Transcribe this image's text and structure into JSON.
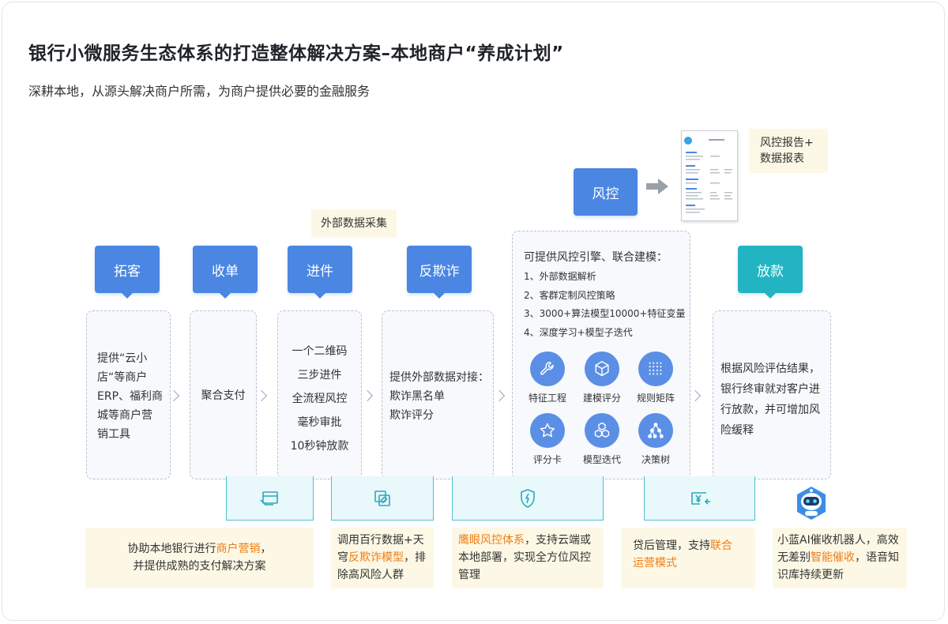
{
  "header": {
    "title": "银行小微服务生态体系的打造整体解决方案–本地商户“养成计划”",
    "subtitle": "深耕本地，从源头解决商户所需，为商户提供必要的金融服务"
  },
  "stages": {
    "tuoke": "拓客",
    "shoudan": "收单",
    "jinjian": "进件",
    "fanqizha": "反欺诈",
    "fengkong": "风控",
    "fangkuan": "放款"
  },
  "tags": {
    "external_data": "外部数据采集",
    "report_l1": "风控报告+",
    "report_l2": "数据报表"
  },
  "boxes": {
    "tuoke": [
      "提供“云小",
      "店“等商户",
      "ERP、福利商",
      "城等商户营",
      "销工具"
    ],
    "shoudan": "聚合支付",
    "jinjian": [
      "一个二维码",
      "三步进件",
      "全流程风控",
      "毫秒审批",
      "10秒钟放款"
    ],
    "fanqizha": [
      "提供外部数据对接：",
      "欺诈黑名单",
      "欺诈评分"
    ],
    "fengkong": {
      "intro": "可提供风控引擎、联合建模：",
      "items": [
        "1、外部数据解析",
        "2、客群定制风控策略",
        "3、3000+算法模型10000+特征变量",
        "4、深度学习+模型子迭代"
      ],
      "grid": [
        "特征工程",
        "建模评分",
        "规则矩阵",
        "评分卡",
        "模型迭代",
        "决策树"
      ]
    },
    "fangkuan": [
      "根据风险评估结果，",
      "银行终审就对客户进",
      "行放款，并可增加风",
      "险缓释"
    ]
  },
  "report_doc": {
    "title": "报告示意标题"
  },
  "bottom": {
    "b1": {
      "pre": "协助本地银行进行",
      "hl": "商户营销",
      "post": "，",
      "line2": "并提供成熟的支付解决方案"
    },
    "b2": {
      "l1": "调用百行数据+天",
      "l2pre": "穹",
      "l2hl": "反欺诈模型",
      "l2post": "，排",
      "l3": "除高风险人群"
    },
    "b3": {
      "hl": "鹰眼风控体系",
      "l1post": "，支持云端或",
      "l2": "本地部署，实现全方位风控",
      "l3": "管理"
    },
    "b4": {
      "pre": "贷后管理，支持",
      "hl1": "联合",
      "hl2": "运营模式"
    },
    "b5": {
      "l1": "小蓝AI催收机器人，高效",
      "l2pre": "无差别",
      "l2hl": "智能催收",
      "l2post": "，语音知",
      "l3": "识库持续更新"
    }
  },
  "colors": {
    "blue": "#4a86e2",
    "teal": "#22b4c2",
    "highlight": "#f07c10",
    "yellow_bg": "#fdf8e6"
  }
}
